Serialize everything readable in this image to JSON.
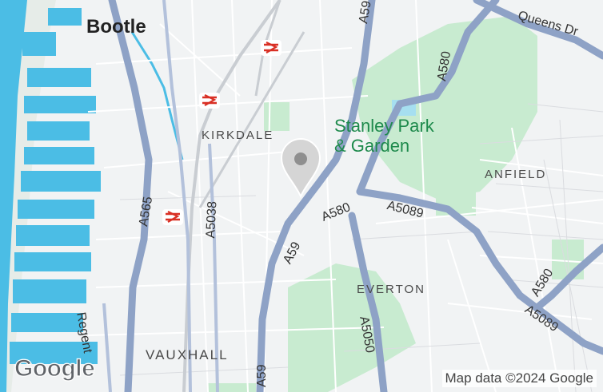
{
  "map": {
    "places": {
      "bootle": "Bootle",
      "kirkdale": "KIRKDALE",
      "anfield": "ANFIELD",
      "everton": "EVERTON",
      "vauxhall": "VAUXHALL",
      "stanley_park": "Stanley Park\n& Garden"
    },
    "roads": {
      "a59_top": "A59",
      "a580_top": "A580",
      "queens_drive": "Queens Dr",
      "a565": "A565",
      "a5038": "A5038",
      "a580_mid": "A580",
      "a5089_mid": "A5089",
      "a59_mid": "A59",
      "a580_right": "A580",
      "a5089_right": "A5089",
      "a5050": "A5050",
      "a59_bottom": "A59",
      "regent_road": "Regent"
    },
    "colors": {
      "water": "#4bbde5",
      "park": "#c8ebd0",
      "major_road": "#8ea2c6",
      "base": "#f1f3f4",
      "rail": "#c9cdd2"
    },
    "icons": [
      "rail-station-icon",
      "location-pin-icon"
    ],
    "attribution": "Map data ©2024 Google",
    "logo": "Google"
  }
}
